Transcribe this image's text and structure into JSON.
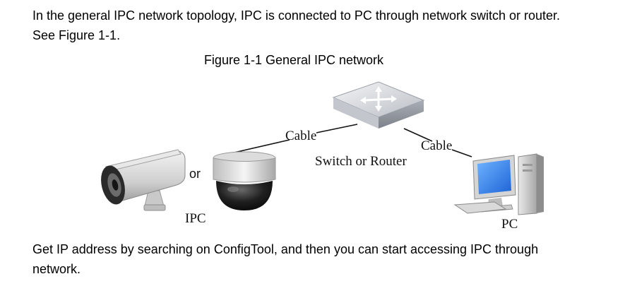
{
  "paragraphs": {
    "intro_line1": "In the general IPC network topology, IPC is connected to PC through network switch or router.",
    "intro_line2": "See Figure 1-1.",
    "outro_line1": "Get IP address by searching on ConfigTool, and then you can start accessing IPC through",
    "outro_line2": "network."
  },
  "figure": {
    "caption": "Figure 1-1 General IPC network",
    "labels": {
      "cable_left": "Cable",
      "cable_right": "Cable",
      "switch": "Switch or Router",
      "or": "or",
      "ipc": "IPC",
      "pc": "PC"
    },
    "icons": [
      "network-switch-icon",
      "bullet-camera-icon",
      "dome-camera-icon",
      "desktop-pc-icon"
    ]
  }
}
